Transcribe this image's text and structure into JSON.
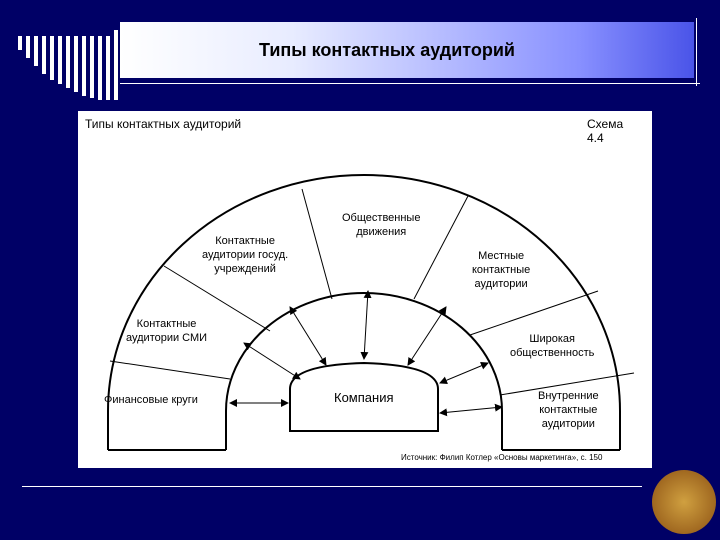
{
  "slide": {
    "title": "Типы контактных аудиторий"
  },
  "panel": {
    "title": "Типы контактных аудиторий",
    "scheme_line1": "Схема",
    "scheme_line2": "4.4",
    "source": "Источник: Филип Котлер «Основы маркетинга», с. 150"
  },
  "diagram": {
    "center": "Компания",
    "segments": [
      {
        "id": "finance",
        "lines": [
          "Финансовые круги"
        ]
      },
      {
        "id": "media",
        "lines": [
          "Контактные",
          "аудитории СМИ"
        ]
      },
      {
        "id": "gov",
        "lines": [
          "Контактные",
          "аудитории госуд.",
          "учреждений"
        ]
      },
      {
        "id": "movements",
        "lines": [
          "Общественные",
          "движения"
        ]
      },
      {
        "id": "local",
        "lines": [
          "Местные",
          "контактные",
          "аудитории"
        ]
      },
      {
        "id": "public",
        "lines": [
          "Широкая",
          "общественность"
        ]
      },
      {
        "id": "internal",
        "lines": [
          "Внутренние",
          "контактные",
          "аудитории"
        ]
      }
    ]
  },
  "colors": {
    "background": "#000066",
    "panel": "#ffffff",
    "title_gradient_end": "#4a54e8"
  },
  "icons": {
    "seal": "university-seal-icon"
  }
}
